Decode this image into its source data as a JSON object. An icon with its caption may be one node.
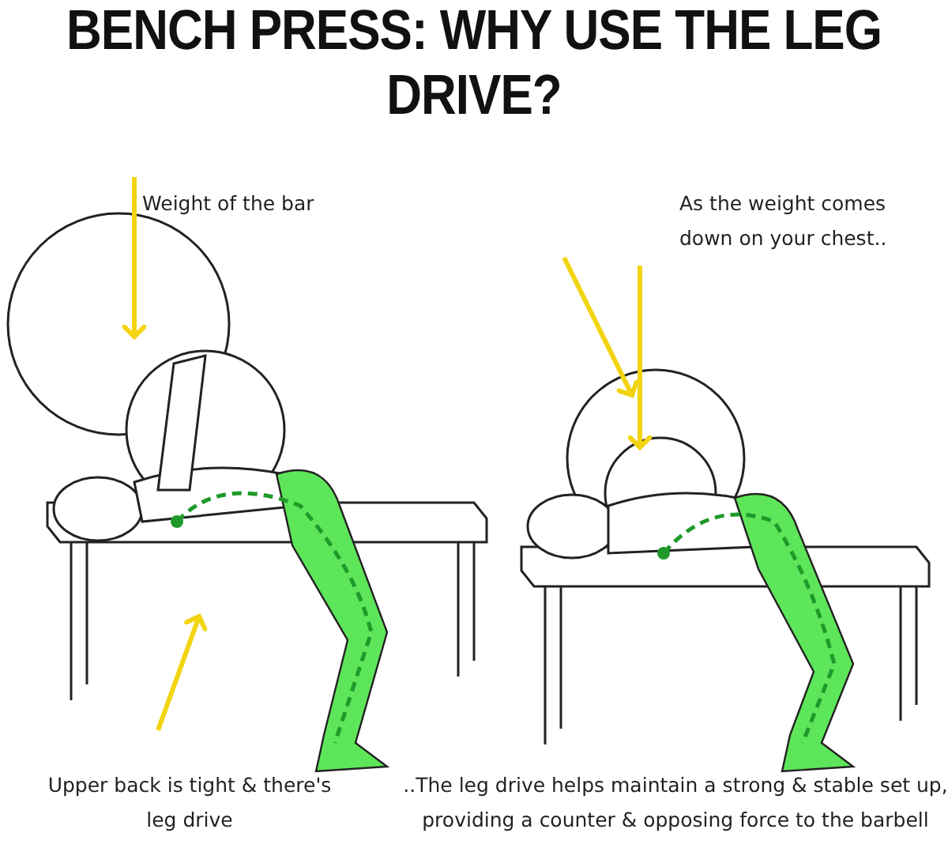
{
  "diagram": {
    "title": "BENCH PRESS: WHY USE THE LEG DRIVE?",
    "labels": [
      "Weight of the bar",
      "As the weight comes down on your chest..",
      "Upper back is tight & there's leg drive",
      "..The leg drive helps maintain a strong & stable set up, providing a counter & opposing force to the barbell"
    ]
  }
}
